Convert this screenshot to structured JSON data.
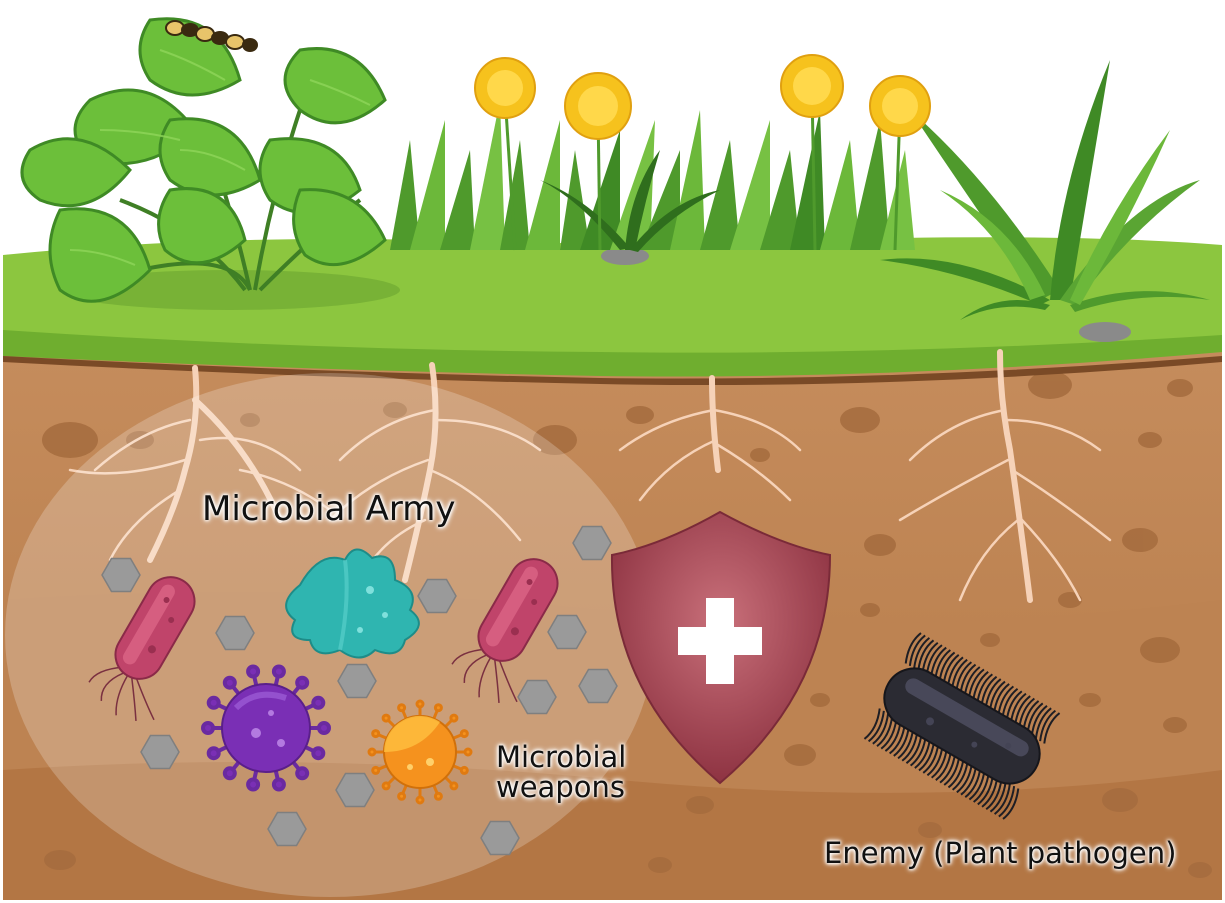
{
  "labels": {
    "microbial_army": "Microbial Army",
    "microbial_weapons_line1": "Microbial",
    "microbial_weapons_line2": "weapons",
    "enemy": "Enemy (Plant pathogen)"
  },
  "colors": {
    "sky": "#ffffff",
    "grass": "#8cc63f",
    "grass_dark": "#5a9a2e",
    "soil": "#c48a5a",
    "soil_dark": "#a8703f",
    "root": "#f6d2b8",
    "shield": "#a3434f",
    "bacteria_red": "#c0446a",
    "amoeba_teal": "#2fb5b0",
    "virus_purple": "#7a2fb5",
    "virus_orange": "#f5921e",
    "pathogen_black": "#2b2b33",
    "hexagon_gray": "#9a9a9a"
  },
  "icons": [
    "leafy-plant-icon",
    "caterpillar-icon",
    "dandelion-icon",
    "grass-tuft-icon",
    "shield-cross-icon",
    "bacteria-icon",
    "amoeba-icon",
    "virus-icon",
    "pathogen-bacterium-icon",
    "hexagon-molecule-icon"
  ]
}
